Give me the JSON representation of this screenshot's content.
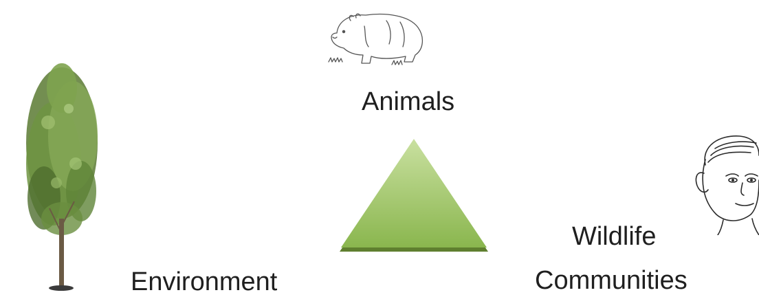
{
  "labels": {
    "animals": "Animals",
    "wildlife": "Wildlife",
    "environment": "Environment",
    "communities": "Communities"
  },
  "icons": {
    "tree": "tree-icon",
    "wombat": "wombat-icon",
    "triangle": "triangle-icon",
    "child": "child-face-icon"
  },
  "colors": {
    "triangle_top": "#c9e0a0",
    "triangle_bottom": "#8ab64e",
    "triangle_shadow": "#5f7f2f",
    "foliage_dark": "#4f6e2e",
    "foliage_light": "#8fb160",
    "trunk": "#6b5a44"
  }
}
